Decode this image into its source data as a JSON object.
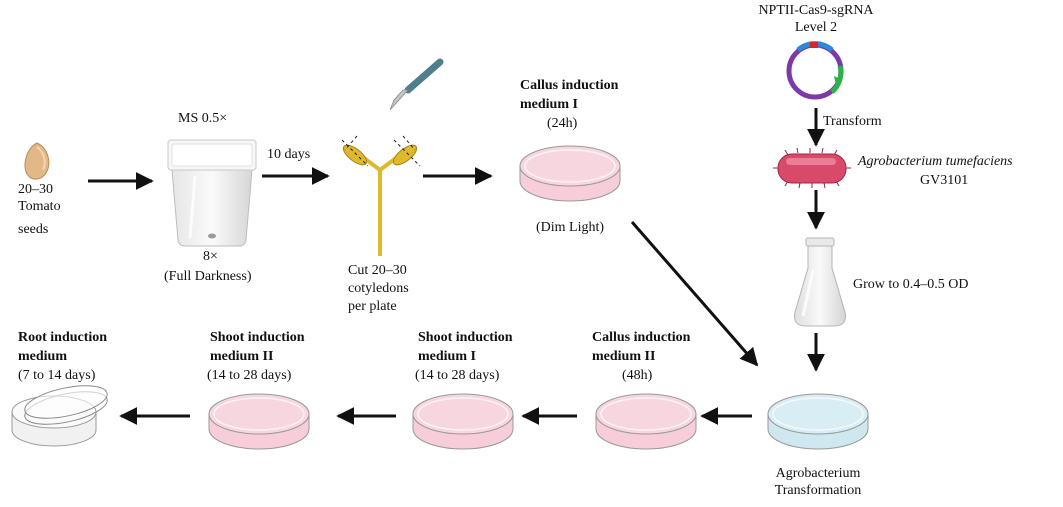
{
  "seeds": {
    "count": "20–30",
    "line2": "Tomato",
    "line3": "seeds"
  },
  "jar": {
    "top_label": "MS 0.5×",
    "count": "8×",
    "condition": "(Full Darkness)"
  },
  "arrow_labels": {
    "days": "10 days",
    "transform": "Transform"
  },
  "cut": {
    "line1": "Cut 20–30",
    "line2": "cotyledons",
    "line3": "per plate"
  },
  "callus1": {
    "line1": "Callus induction",
    "line2": "medium I",
    "duration": "(24h)",
    "condition": "(Dim Light)"
  },
  "plasmid": {
    "line1": "NPTII-Cas9-sgRNA",
    "line2": "Level 2"
  },
  "bacterium": {
    "name": "Agrobacterium tumefaciens",
    "strain": "GV3101"
  },
  "flask": {
    "label": "Grow to 0.4–0.5 OD"
  },
  "transformation": {
    "line1": "Agrobacterium",
    "line2": "Transformation"
  },
  "callus2": {
    "line1": "Callus induction",
    "line2": "medium II",
    "duration": "(48h)"
  },
  "shoot1": {
    "line1": "Shoot induction",
    "line2": "medium I",
    "duration": "(14 to 28 days)"
  },
  "shoot2": {
    "line1": "Shoot induction",
    "line2": "medium II",
    "duration": "(14 to 28 days)"
  },
  "root": {
    "line1": "Root induction",
    "line2": "medium",
    "duration": "(7 to 14 days)"
  },
  "colors": {
    "pink_medium": "#f6cdd9",
    "blue_medium": "#cfe8f0",
    "bacterium": "#d94a6a",
    "scalpel": "#4f7f8c",
    "cotyledon": "#e0b82c"
  }
}
